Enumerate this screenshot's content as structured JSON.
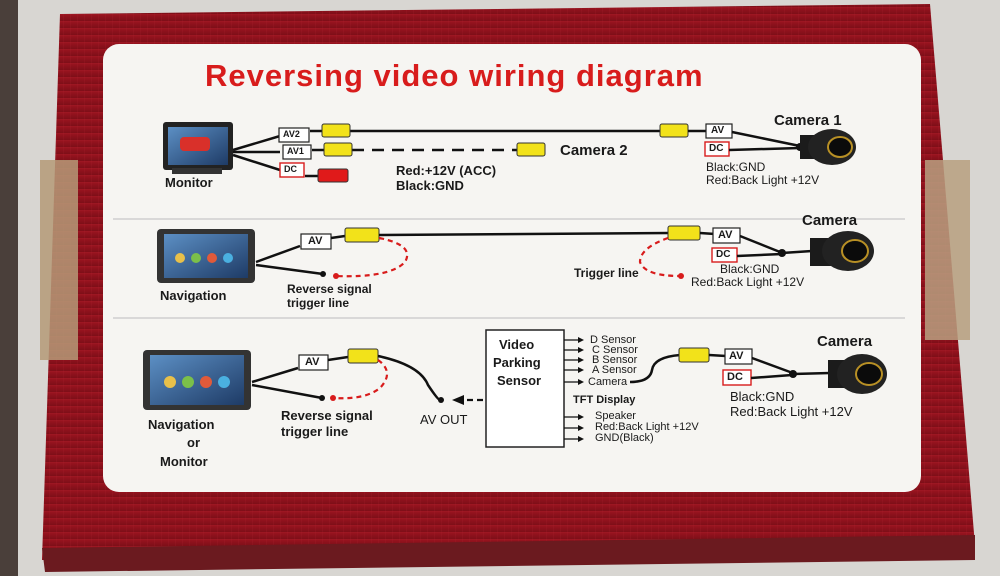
{
  "title": "Reversing video wiring diagram",
  "section1": {
    "monitor_label": "Monitor",
    "av2": "AV2",
    "av1": "AV1",
    "dc": "DC",
    "camera2": "Camera 2",
    "power_red": "Red:+12V (ACC)",
    "power_black": "Black:GND",
    "camera1": "Camera 1",
    "cam_av": "AV",
    "cam_dc": "DC",
    "cam_black": "Black:GND",
    "cam_red": "Red:Back Light +12V"
  },
  "section2": {
    "nav_label": "Navigation",
    "av": "AV",
    "reverse_signal": "Reverse signal",
    "trigger_line_left": "trigger line",
    "trigger_line_right": "Trigger line",
    "camera": "Camera",
    "cam_av": "AV",
    "cam_dc": "DC",
    "cam_black": "Black:GND",
    "cam_red": "Red:Back Light +12V"
  },
  "section3": {
    "nav_line1": "Navigation",
    "nav_line2": "or",
    "nav_line3": "Monitor",
    "av": "AV",
    "reverse_signal": "Reverse signal",
    "trigger_line": "trigger line",
    "av_out": "AV OUT",
    "box_line1": "Video",
    "box_line2": "Parking",
    "box_line3": "Sensor",
    "sensors": [
      "D Sensor",
      "C Sensor",
      "B Sensor",
      "A Sensor",
      "Camera"
    ],
    "tft": "TFT Display",
    "outputs": [
      "Speaker",
      "Red:Back Light +12V",
      "GND(Black)"
    ],
    "camera": "Camera",
    "cam_av": "AV",
    "cam_dc": "DC",
    "cam_black": "Black:GND",
    "cam_red": "Red:Back Light +12V"
  },
  "colors": {
    "box_red": "#a5141e",
    "title_red": "#d81c1c",
    "connector_yellow": "#f2e21a",
    "connector_red": "#e01a1a",
    "card_white": "#f6f5f2"
  }
}
